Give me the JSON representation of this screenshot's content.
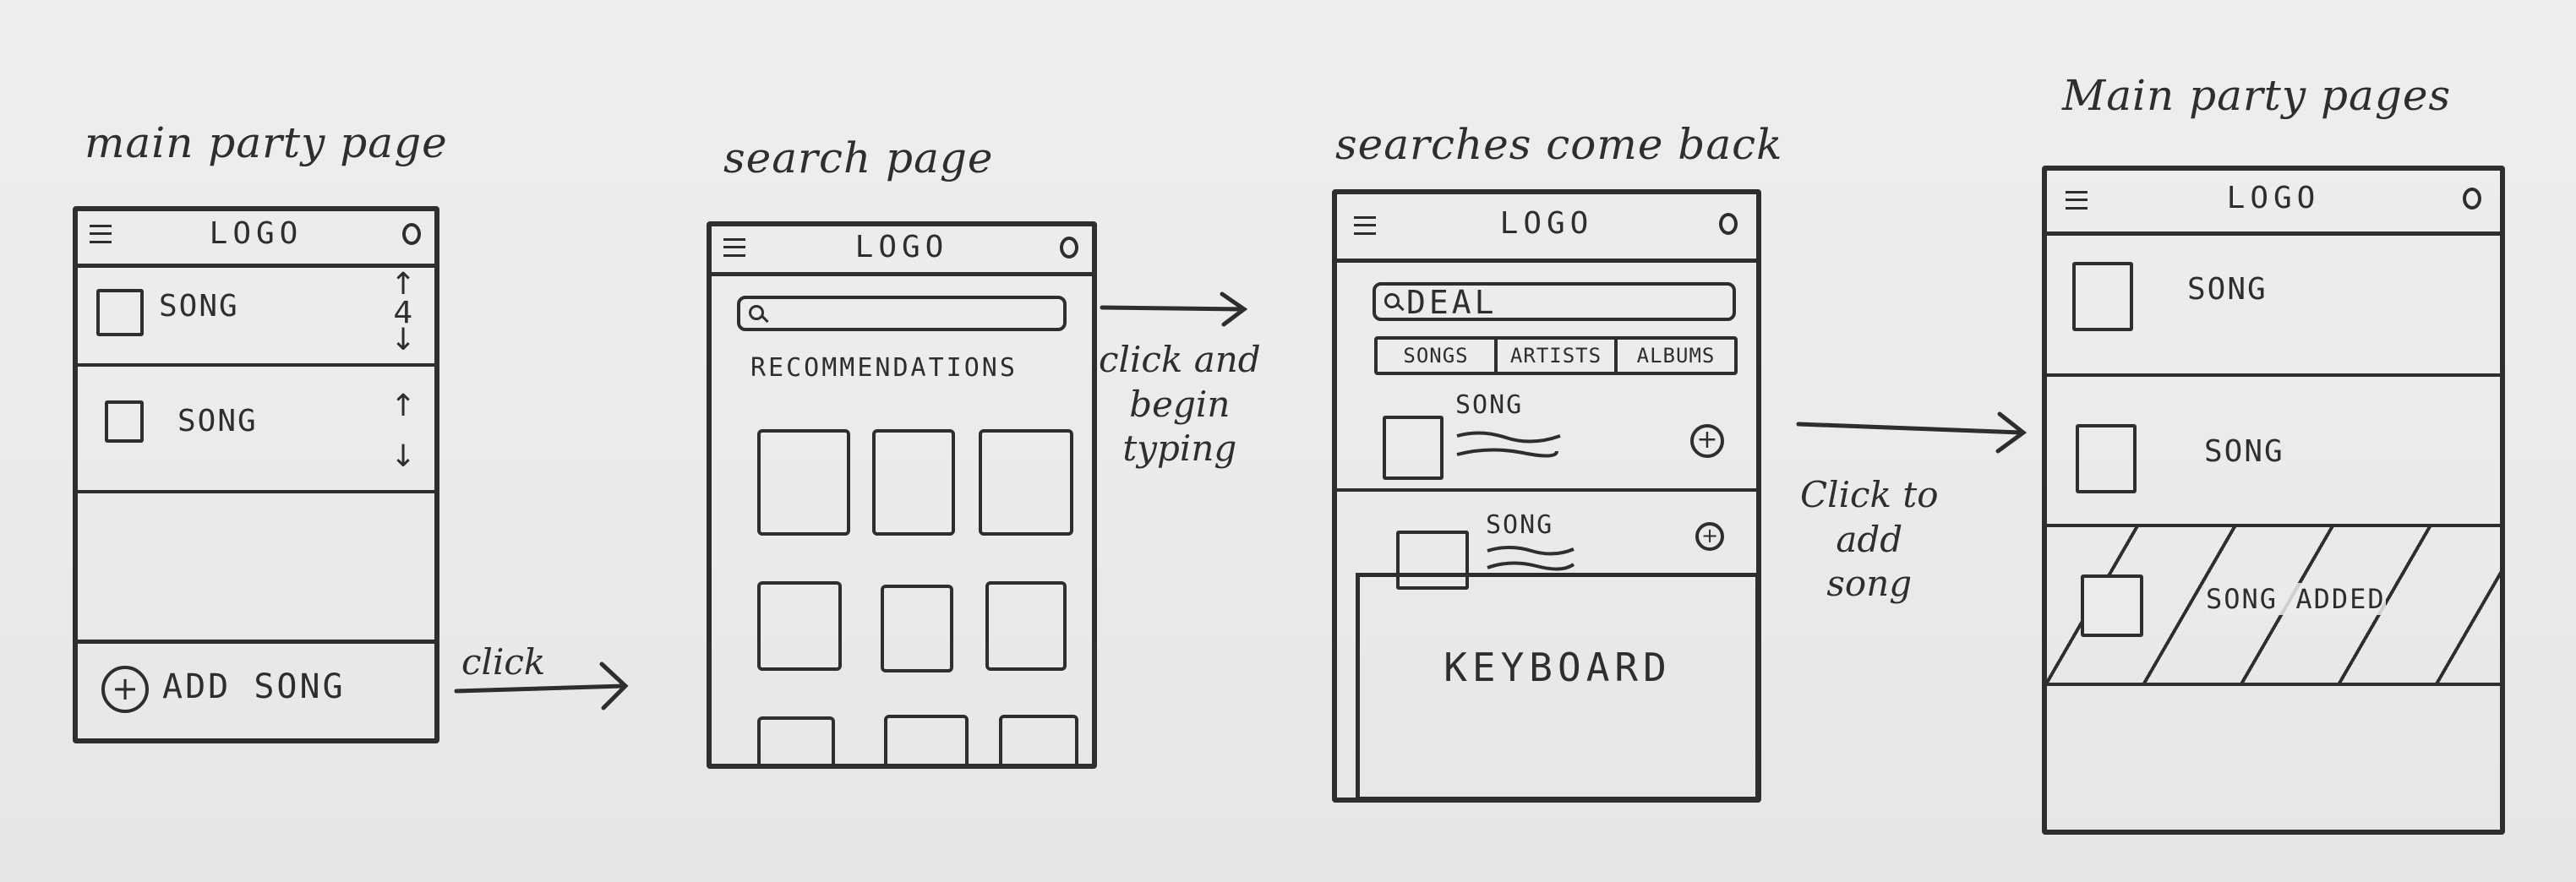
{
  "captions": {
    "screen1": "main party page",
    "screen2": "search page",
    "screen3": "searches come back",
    "screen4": "Main party pages"
  },
  "arrows": {
    "a1": "click",
    "a2": "click and\nbegin\ntyping",
    "a3": "Click to\nadd\nsong"
  },
  "logo": "LOGO",
  "screen1": {
    "songs": [
      "SONG",
      "SONG"
    ],
    "vote_value": "4",
    "up": "↑",
    "down": "↓",
    "add_label": "ADD SONG",
    "plus": "+"
  },
  "screen2": {
    "recommendations_label": "RECOMMENDATIONS"
  },
  "screen3": {
    "search_value": "DEAL",
    "tabs": [
      "SONGS",
      "ARTISTS",
      "ALBUMS"
    ],
    "results": [
      "SONG",
      "SONG"
    ],
    "plus": "+",
    "keyboard_label": "KEYBOARD"
  },
  "screen4": {
    "songs": [
      "SONG",
      "SONG",
      "SONG ADDED"
    ]
  }
}
